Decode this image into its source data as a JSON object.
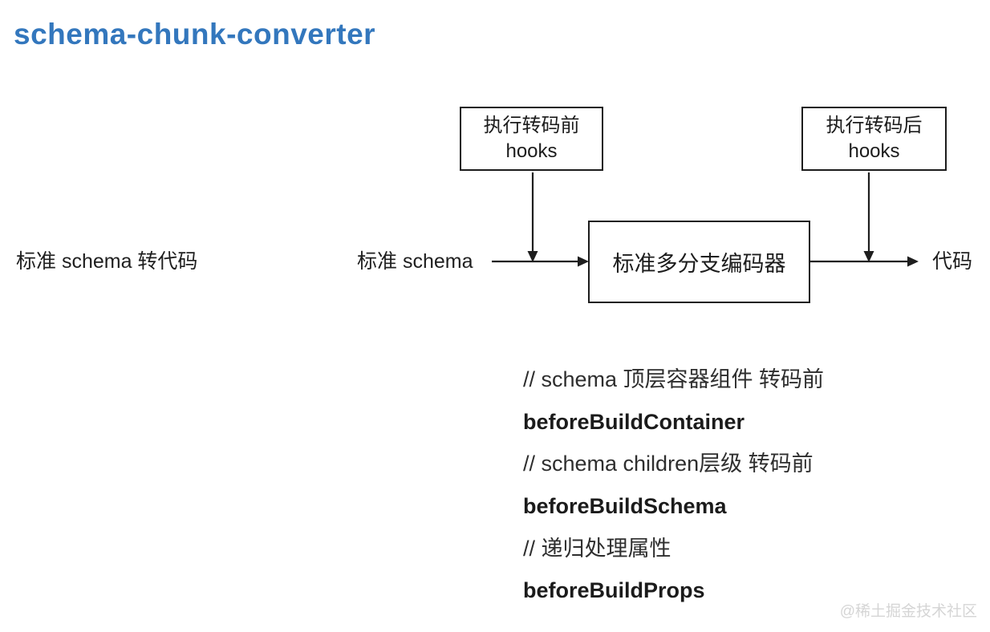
{
  "page": {
    "title": "schema-chunk-converter",
    "watermark": "@稀土掘金技术社区"
  },
  "diagram": {
    "pre_hook_box": {
      "line1": "执行转码前",
      "line2": "hooks"
    },
    "post_hook_box": {
      "line1": "执行转码后",
      "line2": "hooks"
    },
    "left_note": "标准 schema 转代码",
    "input_label": "标准 schema",
    "encoder_box_label": "标准多分支编码器",
    "output_label": "代码"
  },
  "hooks_list": {
    "items": [
      {
        "comment": "// schema 顶层容器组件 转码前",
        "name": "beforeBuildContainer"
      },
      {
        "comment": "// schema children层级 转码前",
        "name": "beforeBuildSchema"
      },
      {
        "comment": "// 递归处理属性",
        "name": "beforeBuildProps"
      }
    ]
  },
  "colors": {
    "title_accent": "#3377bd",
    "diagram_line": "#1e1e1e",
    "text": "#1f1f1f",
    "watermark": "#d5d5d5"
  }
}
